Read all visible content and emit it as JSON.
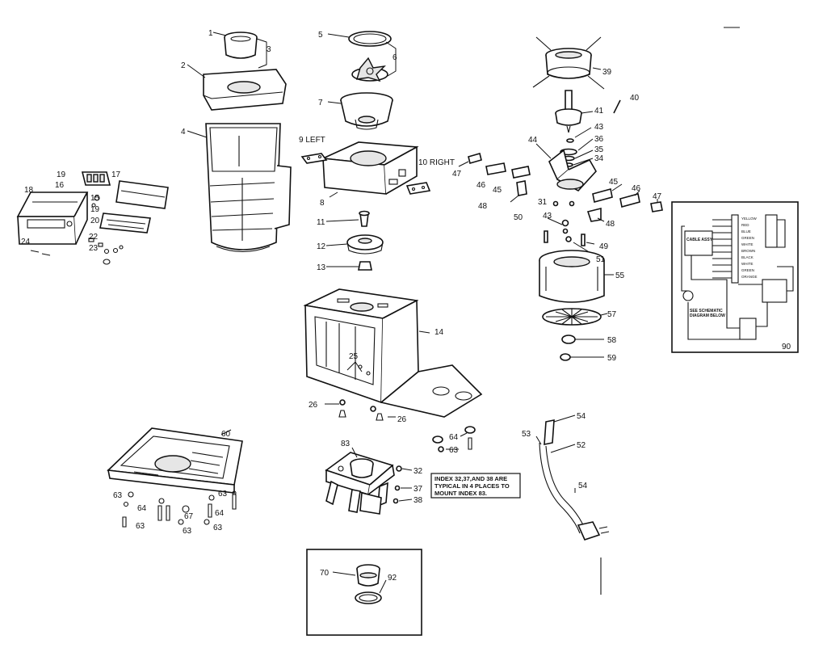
{
  "callouts": {
    "c1": "1",
    "c2": "2",
    "c3": "3",
    "c4": "4",
    "c5": "5",
    "c6": "6",
    "c7": "7",
    "c8": "8",
    "c9": "9 LEFT",
    "c10": "10 RIGHT",
    "c11": "11",
    "c12": "12",
    "c13": "13",
    "c14": "14",
    "c15": "15",
    "c16": "16",
    "c17": "17",
    "c18": "18",
    "c19a": "19",
    "c19b": "19",
    "c20": "20",
    "c22": "22",
    "c23": "23",
    "c24": "24",
    "c25": "25",
    "c26a": "26",
    "c26b": "26",
    "c31": "31",
    "c32": "32",
    "c34": "34",
    "c35": "35",
    "c36": "36",
    "c37": "37",
    "c38": "38",
    "c39": "39",
    "c40": "40",
    "c41": "41",
    "c43a": "43",
    "c43b": "43",
    "c44": "44",
    "c45a": "45",
    "c45b": "45",
    "c46a": "46",
    "c46b": "46",
    "c47a": "47",
    "c47b": "47",
    "c48a": "48",
    "c48b": "48",
    "c49": "49",
    "c50": "50",
    "c51": "51",
    "c52": "52",
    "c53": "53",
    "c54a": "54",
    "c54b": "54",
    "c55": "55",
    "c57": "57",
    "c58": "58",
    "c59": "59",
    "c60": "60",
    "c63a": "63",
    "c63b": "63",
    "c63c": "63",
    "c63d": "63",
    "c63e": "63",
    "c63f": "63",
    "c64a": "64",
    "c64b": "64",
    "c64c": "64",
    "c67": "67",
    "c70": "70",
    "c83": "83",
    "c90": "90",
    "c92": "92"
  },
  "mounting_note": {
    "line1": "INDEX 32,37,AND 38 ARE",
    "line2": "TYPICAL IN 4 PLACES TO",
    "line3": "MOUNT INDEX 83."
  },
  "wiring": {
    "box_label": "CABLE ASSY",
    "title_line1": "SEE SCHEMATIC",
    "title_line2": "DIAGRAM BELOW",
    "wire_colors": [
      "YELLOW",
      "RED",
      "BLUE",
      "GREEN",
      "WHITE",
      "BROWN",
      "BLACK",
      "WHITE",
      "GREEN",
      "ORANGE"
    ]
  }
}
